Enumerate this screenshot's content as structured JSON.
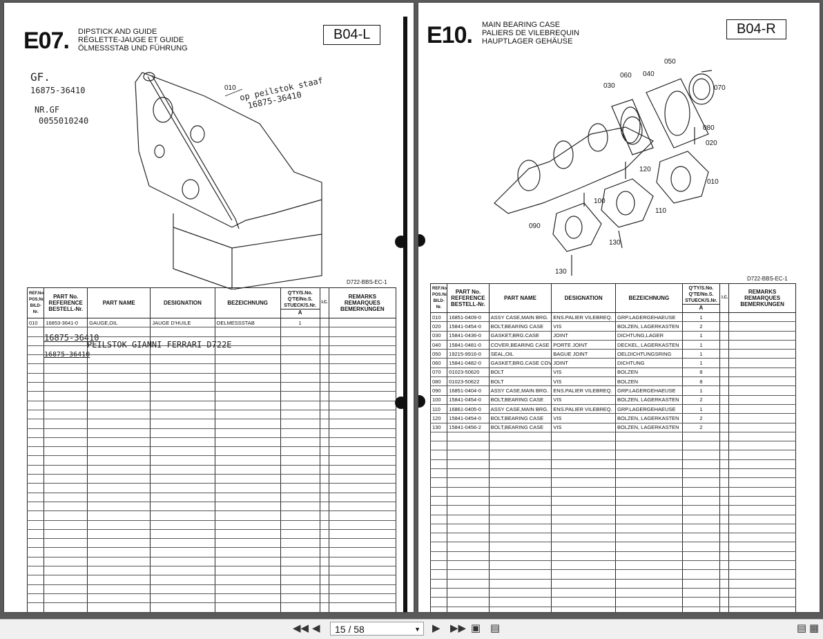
{
  "left": {
    "code": "E07.",
    "titles": [
      "DIPSTICK AND GUIDE",
      "RÉGLETTE-JAUGE ET GUIDE",
      "ÖLMESSSTAB UND FÜHRUNG"
    ],
    "badge": "B04-L",
    "handwriting": [
      "GF.",
      "16875-36410",
      "NR.GF",
      "0055010240",
      "op peilstok staaf",
      "16875-36410"
    ],
    "callout": "010",
    "figure_code": "D722-BBS-EC-1",
    "headers": {
      "ref": "REF.No. POS.No. BILD-Nr.",
      "partno": "PART No. REFERENCE BESTELL-Nr.",
      "name": "PART NAME",
      "designation": "DESIGNATION",
      "bezeichnung": "BEZEICHNUNG",
      "qty": "Q'TY/S.No. Q'TE/No.S. STUECK/S.Nr.",
      "qty_sub": "A",
      "ic": "I.C.",
      "remarks": "REMARKS REMARQUES BEMERKUNGEN"
    },
    "rows": [
      {
        "ref": "010",
        "part": "16853-3641-0",
        "name": "GAUGE,OIL",
        "designation": "JAUGE D'HUILE",
        "bez": "OELMESSSTAB",
        "qty": "1"
      }
    ],
    "row_notes": [
      "16875-36410",
      "PEILSTOK GIANNI FERRARI D722E",
      "16875-36410"
    ]
  },
  "right": {
    "code": "E10.",
    "titles": [
      "MAIN BEARING CASE",
      "PALIERS DE VILEBREQUIN",
      "HAUPTLAGER GEHÄUSE"
    ],
    "badge": "B04-R",
    "callouts": [
      "050",
      "060",
      "040",
      "030",
      "070",
      "080",
      "020",
      "120",
      "010",
      "100",
      "110",
      "090",
      "130",
      "130"
    ],
    "figure_code": "D722-BBS-EC-1",
    "headers": {
      "ref": "REF.No. POS.No. BILD-Nr.",
      "partno": "PART No. REFERENCE BESTELL-Nr.",
      "name": "PART NAME",
      "designation": "DESIGNATION",
      "bezeichnung": "BEZEICHNUNG",
      "qty": "Q'TY/S.No. Q'TE/No.S. STUECK/S.Nr.",
      "qty_sub": "A",
      "ic": "I.C.",
      "remarks": "REMARKS REMARQUES BEMERKUNGEN"
    },
    "rows": [
      {
        "ref": "010",
        "part": "16851-0409-0",
        "name": "ASSY CASE,MAIN BRG.",
        "designation": "ENS.PALIER VILEBREQ.",
        "bez": "GRP.LAGERGEHAEUSE",
        "qty": "1"
      },
      {
        "ref": "020",
        "part": "15841-0454-0",
        "name": "BOLT,BEARING CASE",
        "designation": "VIS",
        "bez": "BOLZEN, LAGERKASTEN",
        "qty": "2"
      },
      {
        "ref": "030",
        "part": "15841-0436-0",
        "name": "GASKET,BRG.CASE",
        "designation": "JOINT",
        "bez": "DICHTUNG,LAGER",
        "qty": "1"
      },
      {
        "ref": "040",
        "part": "15841-0481-0",
        "name": "COVER,BEARING CASE",
        "designation": "PORTE JOINT",
        "bez": "DECKEL, LAGERKASTEN",
        "qty": "1"
      },
      {
        "ref": "050",
        "part": "19215-9916-0",
        "name": "SEAL,OIL",
        "designation": "BAGUE JOINT",
        "bez": "OELDICHTUNGSRING",
        "qty": "1"
      },
      {
        "ref": "060",
        "part": "15841-0482-0",
        "name": "GASKET,BRG.CASE COV.",
        "designation": "JOINT",
        "bez": "DICHTUNG",
        "qty": "1"
      },
      {
        "ref": "070",
        "part": "01023-50620",
        "name": "BOLT",
        "designation": "VIS",
        "bez": "BOLZEN",
        "qty": "8"
      },
      {
        "ref": "080",
        "part": "01023-50622",
        "name": "BOLT",
        "designation": "VIS",
        "bez": "BOLZEN",
        "qty": "8"
      },
      {
        "ref": "090",
        "part": "16851-0404-0",
        "name": "ASSY CASE,MAIN BRG.",
        "designation": "ENS.PALIER VILEBREQ.",
        "bez": "GRP.LAGERGEHAEUSE",
        "qty": "1"
      },
      {
        "ref": "100",
        "part": "15841-0454-0",
        "name": "BOLT,BEARING CASE",
        "designation": "VIS",
        "bez": "BOLZEN, LAGERKASTEN",
        "qty": "2"
      },
      {
        "ref": "110",
        "part": "16861-0405-0",
        "name": "ASSY CASE,MAIN BRG.",
        "designation": "ENS.PALIER VILEBREQ.",
        "bez": "GRP.LAGERGEHAEUSE",
        "qty": "1"
      },
      {
        "ref": "120",
        "part": "15841-0454-0",
        "name": "BOLT,BEARING CASE",
        "designation": "VIS",
        "bez": "BOLZEN, LAGERKASTEN",
        "qty": "2"
      },
      {
        "ref": "130",
        "part": "15841-0456-2",
        "name": "BOLT,BEARING CASE",
        "designation": "VIS",
        "bez": "BOLZEN, LAGERKASTEN",
        "qty": "2"
      }
    ]
  },
  "viewer": {
    "page_display": "15 / 58",
    "icons": [
      "first-page-icon",
      "prev-page-icon",
      "next-page-icon",
      "last-page-icon",
      "fit-page-icon",
      "fit-width-icon",
      "single-page-icon",
      "double-page-icon"
    ]
  }
}
